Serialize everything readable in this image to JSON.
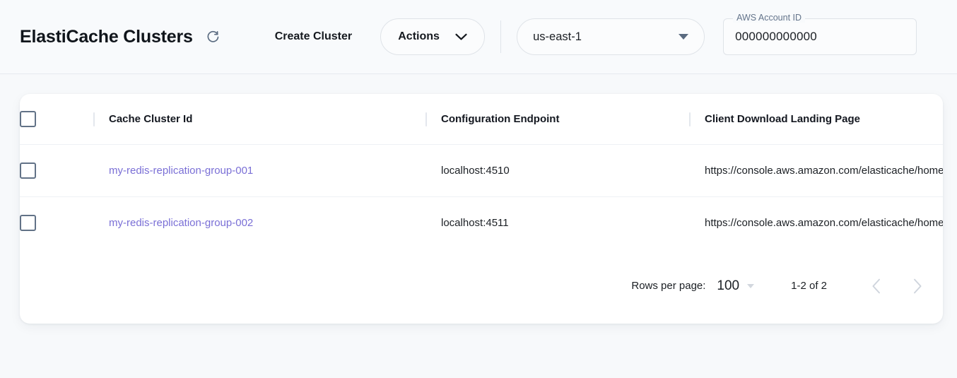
{
  "header": {
    "title": "ElastiCache Clusters",
    "refresh_icon": "refresh-icon",
    "create_cluster_label": "Create Cluster",
    "actions_label": "Actions",
    "actions_chevron_icon": "chevron-down-icon",
    "region": {
      "value": "us-east-1",
      "caret_icon": "triangle-down-icon"
    },
    "account": {
      "label": "AWS Account ID",
      "value": "000000000000"
    }
  },
  "table": {
    "select_all_checkbox": "unchecked",
    "columns": [
      {
        "key": "id",
        "label": "Cache Cluster Id"
      },
      {
        "key": "endpoint",
        "label": "Configuration Endpoint"
      },
      {
        "key": "download",
        "label": "Client Download Landing Page"
      }
    ],
    "rows": [
      {
        "checkbox": "unchecked",
        "id": "my-redis-replication-group-001",
        "endpoint": "localhost:4510",
        "download": "https://console.aws.amazon.com/elasticache/home"
      },
      {
        "checkbox": "unchecked",
        "id": "my-redis-replication-group-002",
        "endpoint": "localhost:4511",
        "download": "https://console.aws.amazon.com/elasticache/home"
      }
    ]
  },
  "pagination": {
    "rows_per_page_label": "Rows per page:",
    "rows_per_page_value": "100",
    "rows_per_page_caret_icon": "triangle-down-icon",
    "range_label": "1-2 of 2",
    "prev_icon": "chevron-left-icon",
    "next_icon": "chevron-right-icon"
  },
  "colors": {
    "page_background": "#f7f9fb",
    "header_background": "#f8fafc",
    "card_background": "#ffffff",
    "link": "#7a6fd6",
    "icon_slate": "#5a6b80",
    "border": "#dfe3e8"
  }
}
